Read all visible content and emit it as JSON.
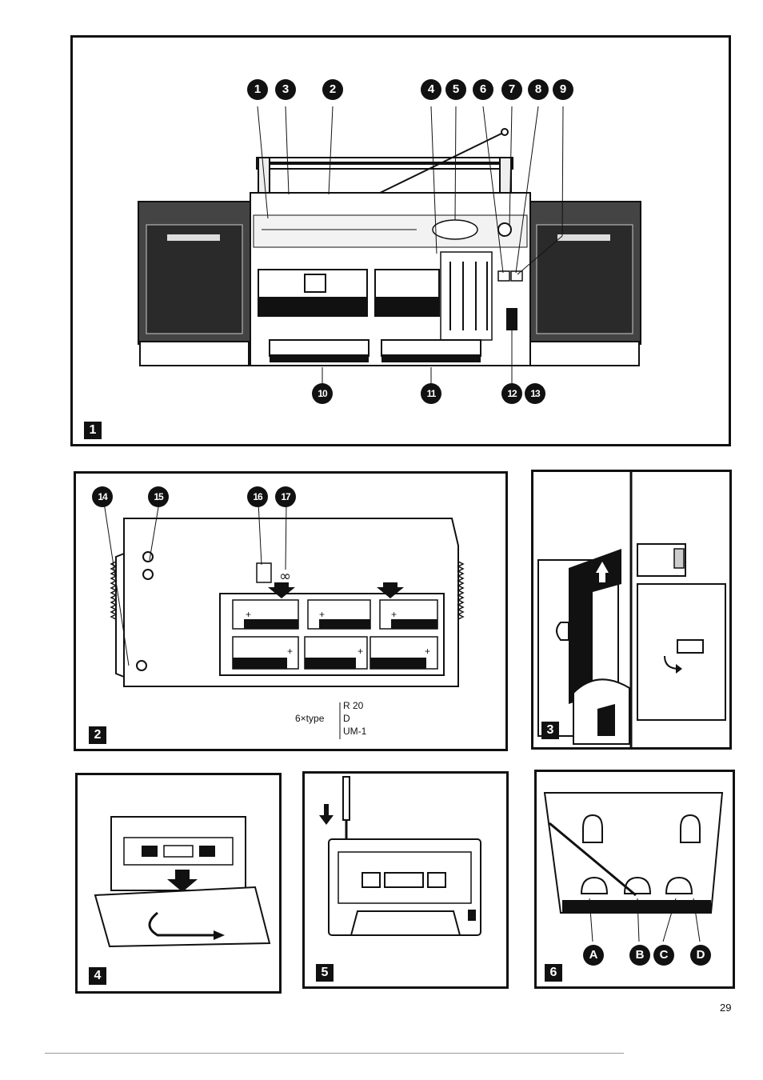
{
  "panels": [
    {
      "number": "1"
    },
    {
      "number": "2"
    },
    {
      "number": "3"
    },
    {
      "number": "4"
    },
    {
      "number": "5"
    },
    {
      "number": "6"
    }
  ],
  "figure1": {
    "callouts": [
      "1",
      "3",
      "2",
      "4",
      "5",
      "6",
      "7",
      "8",
      "9",
      "10",
      "11",
      "12",
      "13"
    ]
  },
  "figure2": {
    "callouts": [
      "14",
      "15",
      "16",
      "17"
    ],
    "battery_count": "6×type",
    "battery_types": [
      "R 20",
      "D",
      "UM-1"
    ]
  },
  "figure6": {
    "callouts": [
      "A",
      "B",
      "C",
      "D"
    ]
  },
  "page_number": "29"
}
